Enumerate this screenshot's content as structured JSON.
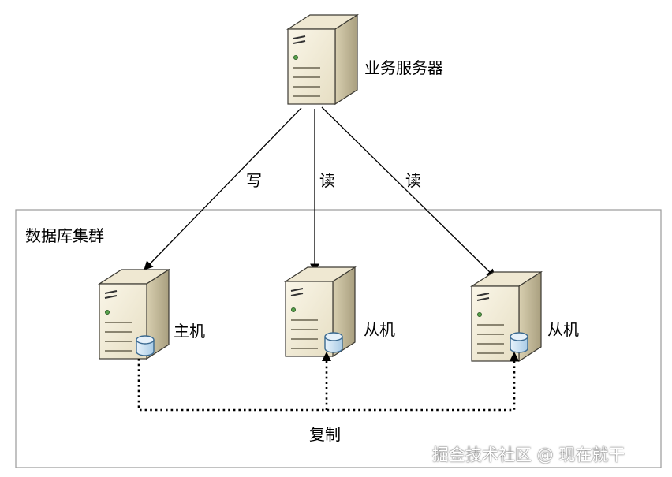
{
  "nodes": {
    "business_server": "业务服务器",
    "master": "主机",
    "slave_1": "从机",
    "slave_2": "从机"
  },
  "cluster": {
    "label": "数据库集群"
  },
  "edges": {
    "write": "写",
    "read_1": "读",
    "read_2": "读",
    "replicate": "复制"
  },
  "watermark": "掘金技术社区 @ 现在就干",
  "colors": {
    "server_front": "#f1ebd6",
    "server_side": "#cfc6a6",
    "db_fill": "#cde3f3",
    "db_stroke": "#3b6a91",
    "cluster_border": "#9a9a9a"
  }
}
